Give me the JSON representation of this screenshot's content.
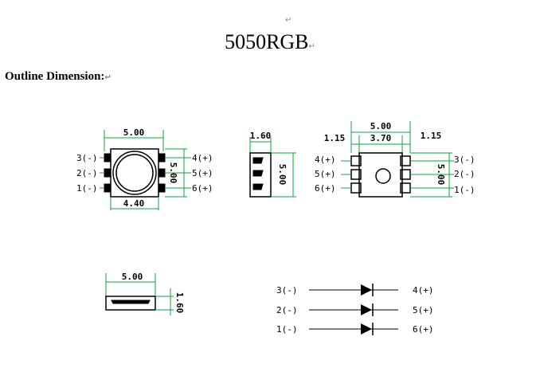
{
  "document": {
    "title": "5050RGB",
    "section_heading": "Outline Dimension:",
    "paragraph_mark": "↵"
  },
  "top_view": {
    "width_label": "5.00",
    "height_label": "5.00",
    "inner_label": "4.40",
    "left_pins": [
      "3(-)",
      "2(-)",
      "1(-)"
    ],
    "right_pins": [
      "4(+)",
      "5(+)",
      "6(+)"
    ]
  },
  "side_view": {
    "width_label": "1.60",
    "height_label": "5.00"
  },
  "bottom_view": {
    "width_label": "5.00",
    "inner_label": "3.70",
    "left_margin_label": "1.15",
    "right_margin_label": "1.15",
    "height_label": "5.00",
    "left_pins": [
      "4(+)",
      "5(+)",
      "6(+)"
    ],
    "right_pins": [
      "3(-)",
      "2(-)",
      "1(-)"
    ]
  },
  "front_view": {
    "width_label": "5.00",
    "height_label": "1.60"
  },
  "schematic": {
    "rows": [
      {
        "cathode": "3(-)",
        "anode": "4(+)"
      },
      {
        "cathode": "2(-)",
        "anode": "5(+)"
      },
      {
        "cathode": "1(-)",
        "anode": "6(+)"
      }
    ]
  },
  "colors": {
    "dimension_line": "#10a040",
    "outline": "#000000",
    "background": "#ffffff"
  }
}
